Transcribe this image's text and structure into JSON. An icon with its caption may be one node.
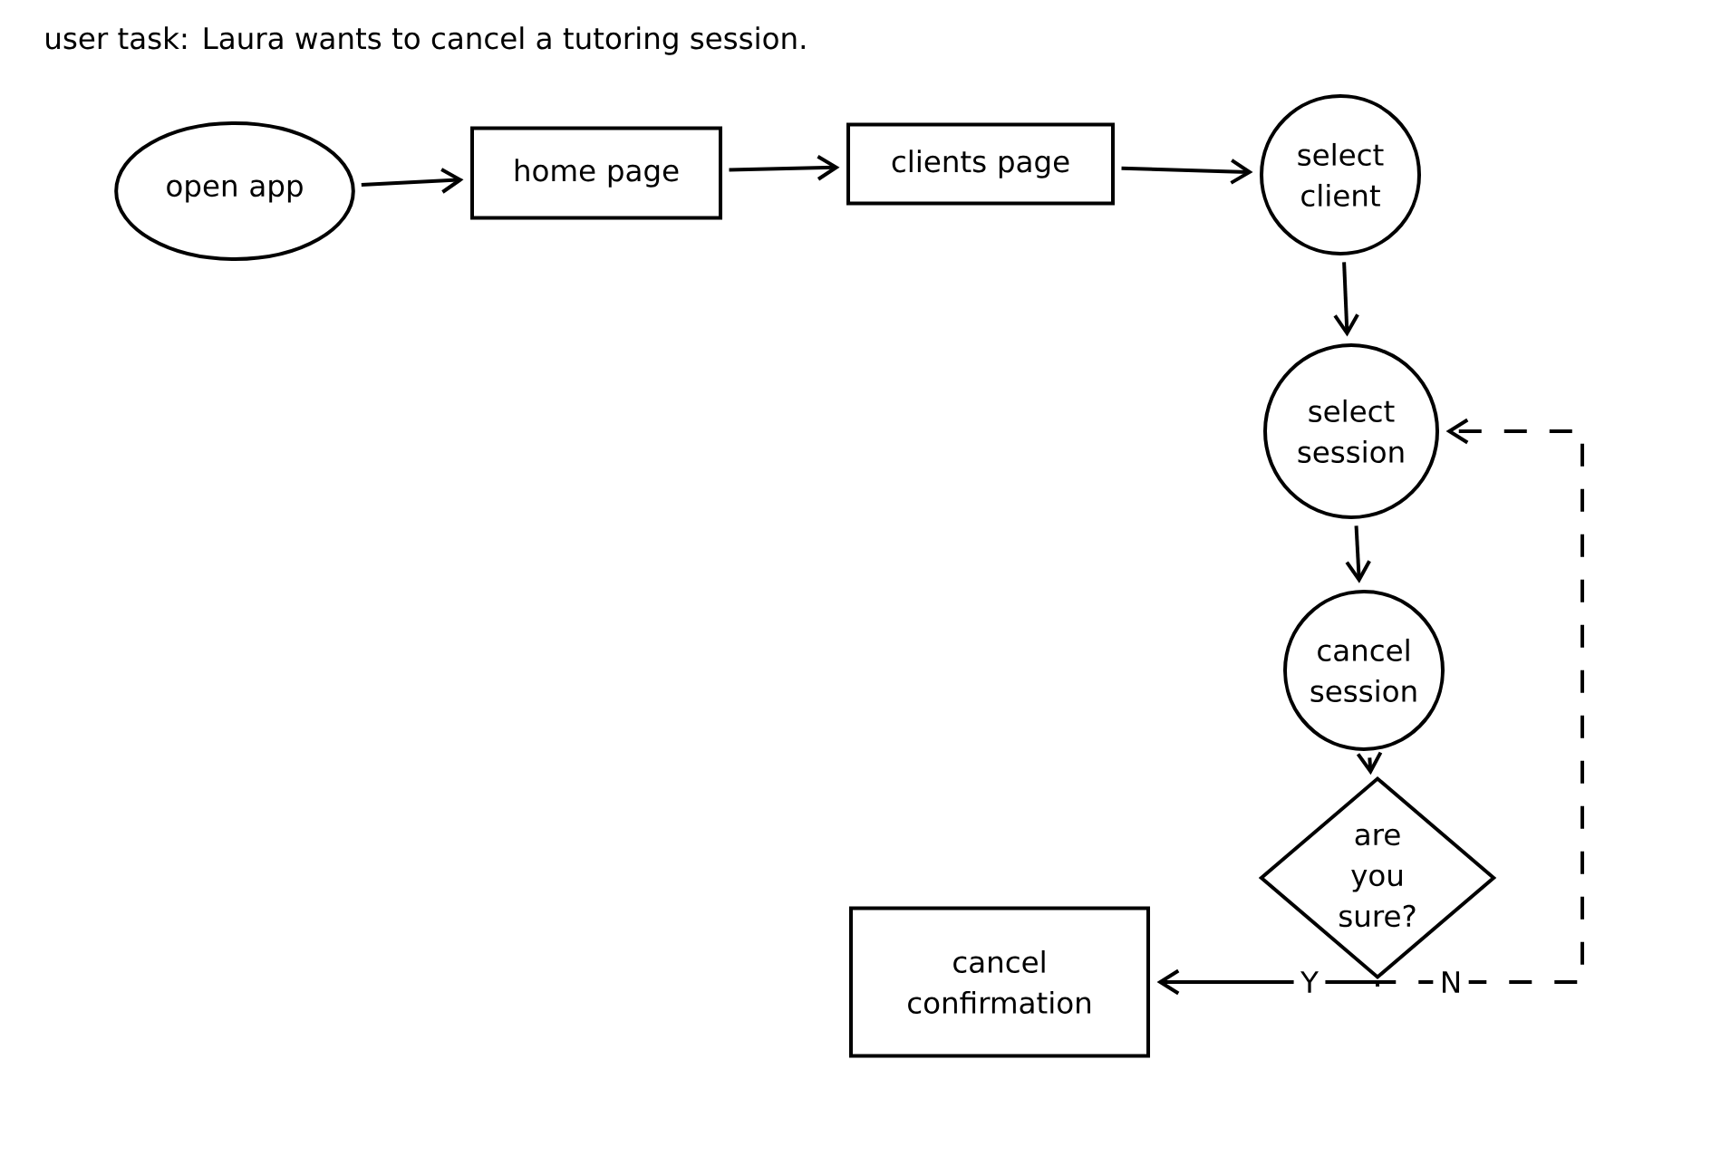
{
  "diagram": {
    "title": "user task: Laura wants to cancel a tutoring session.",
    "nodes": [
      {
        "text": [
          "open app"
        ]
      },
      {
        "text": [
          "home page"
        ]
      },
      {
        "text": [
          "clients page"
        ]
      },
      {
        "text": [
          "select client"
        ]
      },
      {
        "text": [
          "select session"
        ]
      },
      {
        "text": [
          "cancel session"
        ]
      },
      {
        "text": [
          "are you sure?"
        ]
      },
      {
        "text": [
          "cancel confirmation"
        ]
      }
    ],
    "edges": [
      {
        "from": 0,
        "to": 1,
        "arrow": "to"
      },
      {
        "from": 1,
        "to": 2,
        "arrow": "to"
      },
      {
        "from": 2,
        "to": 3,
        "arrow": "to"
      },
      {
        "from": 3,
        "to": 4,
        "arrow": "to"
      },
      {
        "from": 4,
        "to": 5,
        "arrow": "to"
      },
      {
        "from": 5,
        "to": 6,
        "arrow": "to"
      },
      {
        "from": 6,
        "to": 7,
        "arrow": "to",
        "label": "Y"
      },
      {
        "from": 6,
        "to": 4,
        "arrow": "to",
        "label": "N",
        "style": "dashed"
      }
    ]
  }
}
